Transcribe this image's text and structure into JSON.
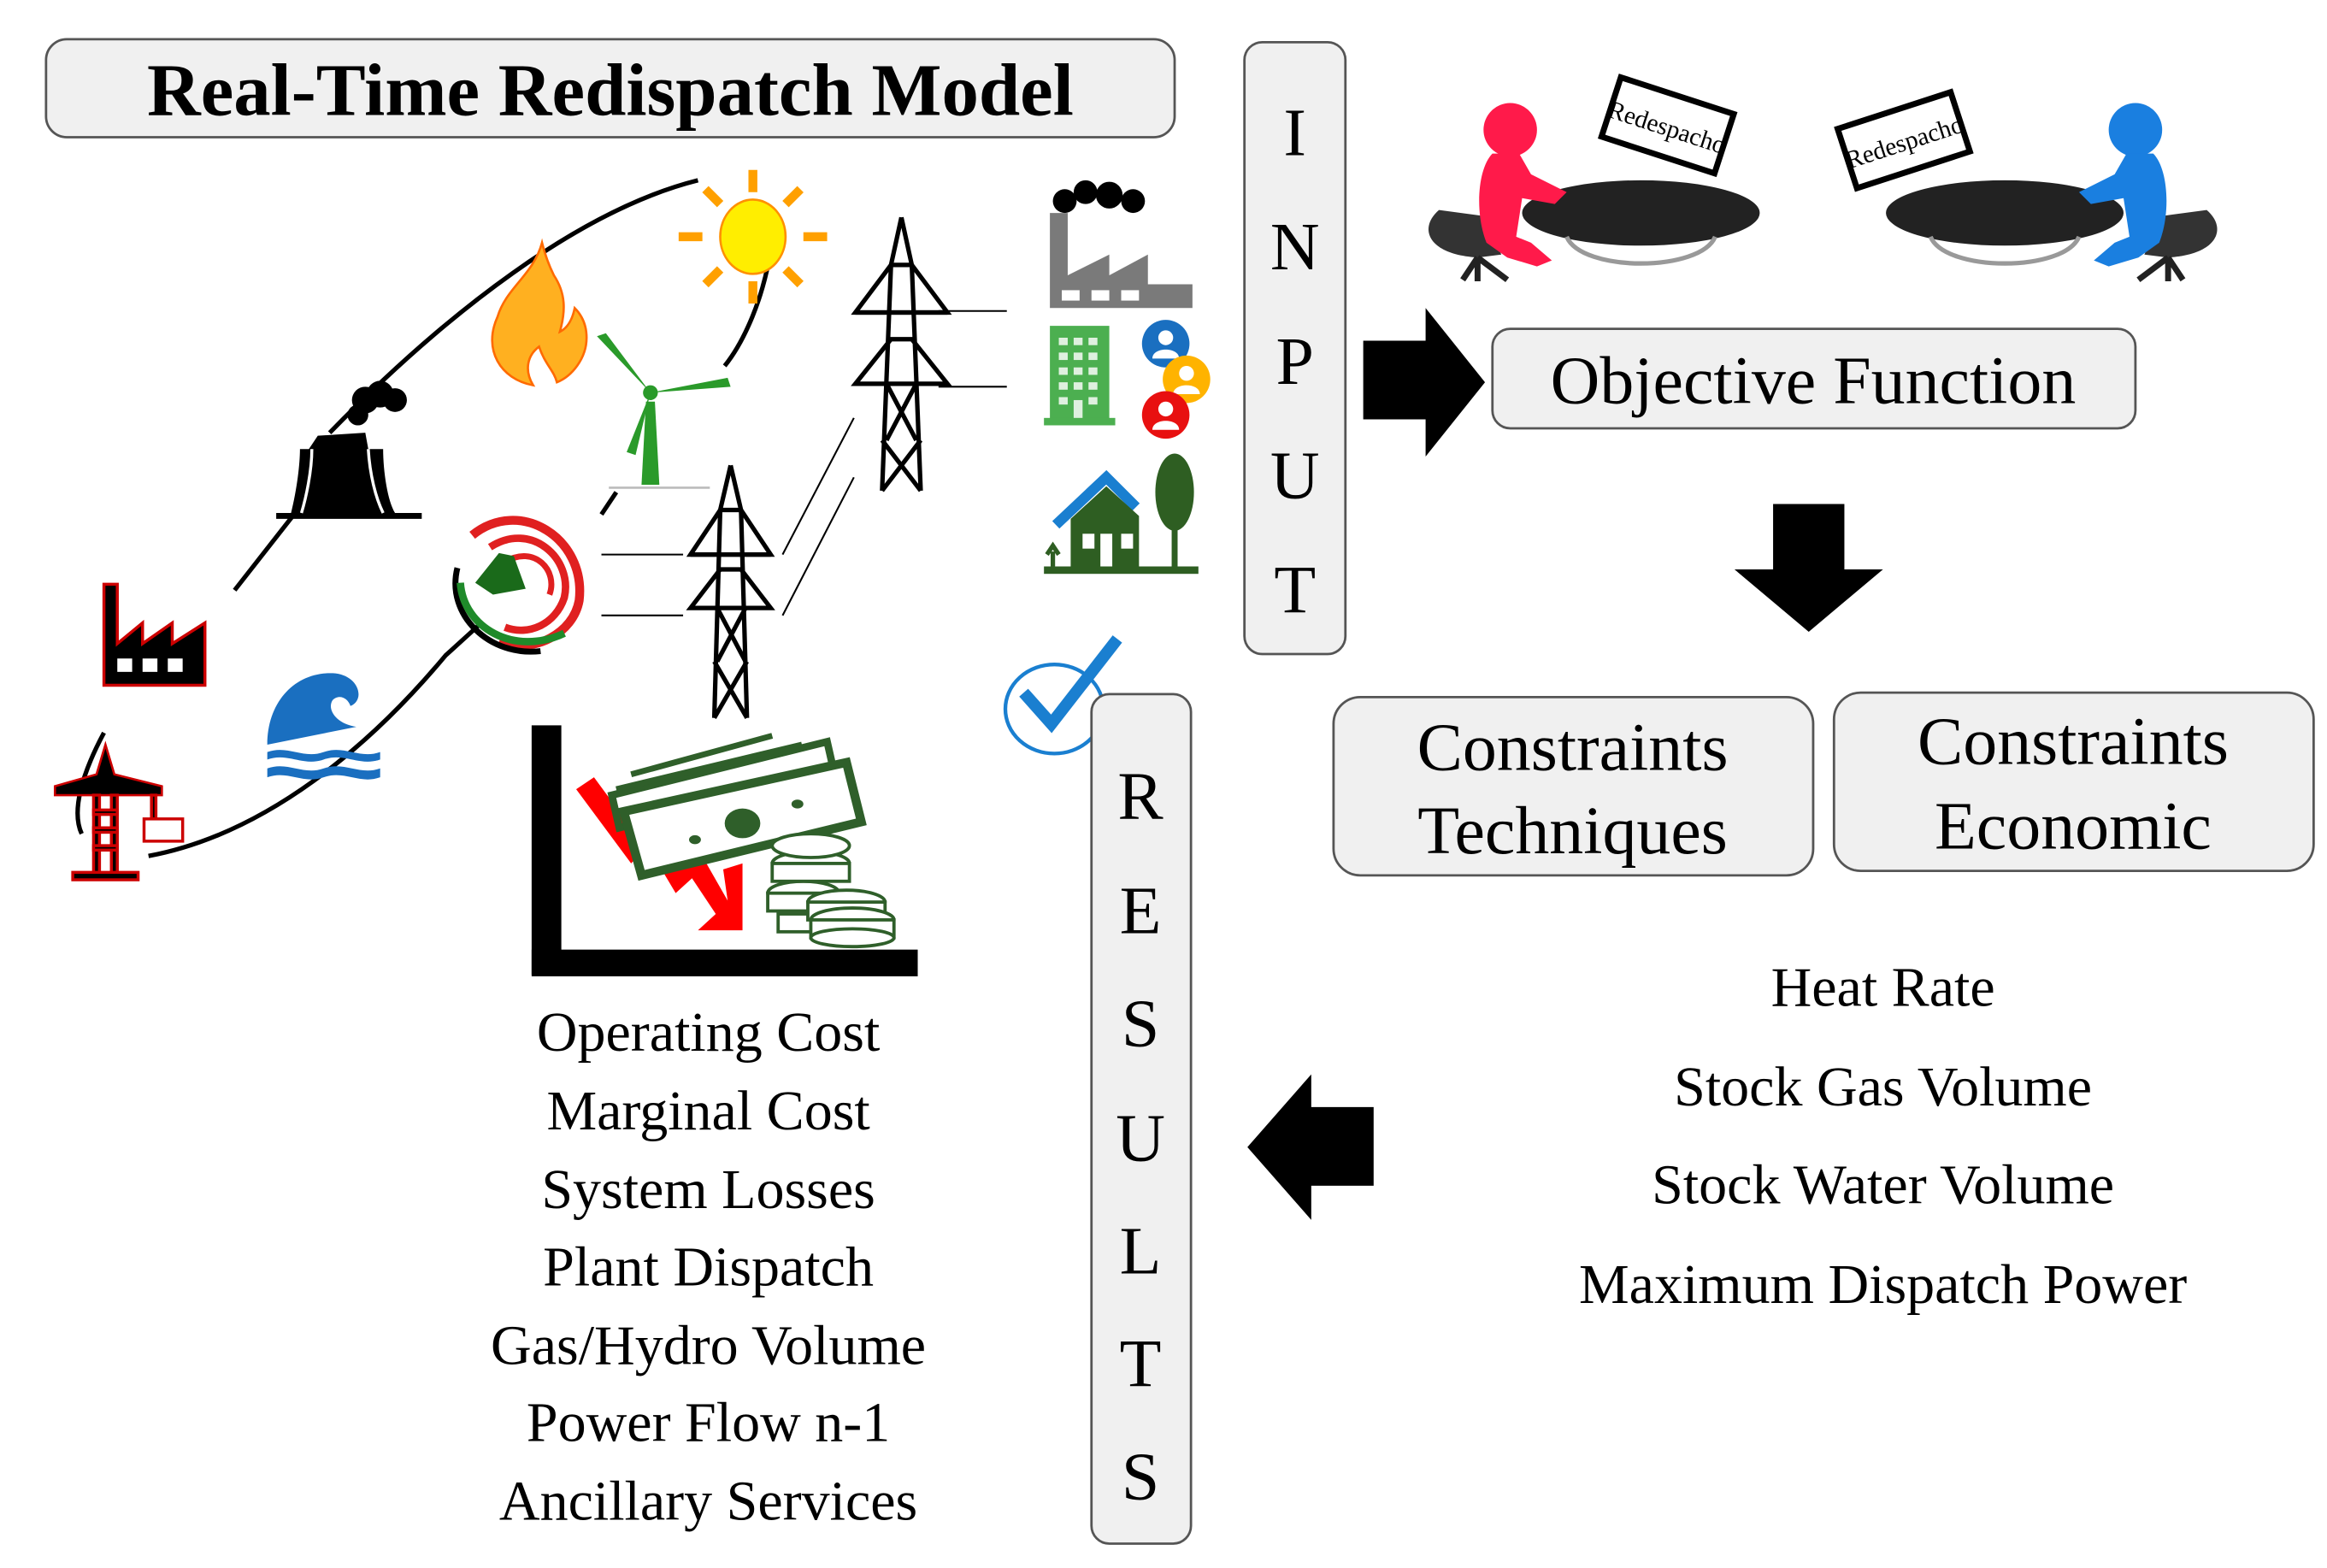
{
  "title": "Real-Time Redispatch Model",
  "input_label": [
    "I",
    "N",
    "P",
    "U",
    "T"
  ],
  "results_label": [
    "R",
    "E",
    "S",
    "U",
    "L",
    "T",
    "S"
  ],
  "operators": {
    "left_screen": "Redespacho",
    "right_screen": "Redespacho",
    "left_color": "#ff1a4a",
    "right_color": "#1a7fe0"
  },
  "objective_function": "Objective Function",
  "constraints": [
    {
      "line1": "Constraints",
      "line2": "Techniques"
    },
    {
      "line1": "Constraints",
      "line2": "Economic"
    }
  ],
  "constraint_items": [
    "Heat Rate",
    "Stock Gas Volume",
    "Stock Water Volume",
    "Maximum Dispatch Power"
  ],
  "result_items": [
    "Operating Cost",
    "Marginal Cost",
    "System Losses",
    "Plant Dispatch",
    "Gas/Hydro Volume",
    "Power Flow n-1",
    "Ancillary Services"
  ],
  "icons": {
    "generation": [
      "industrial-factory-icon",
      "transmission-substation-icon",
      "thermal-plant-icon",
      "gas-flame-icon",
      "solar-sun-icon",
      "wind-turbine-icon",
      "biomass-swirl-icon",
      "hydro-wave-icon"
    ],
    "loads": [
      "industrial-load-icon",
      "commercial-building-icon",
      "residential-house-icon"
    ],
    "results_graphic": [
      "cost-decrease-chart-icon",
      "money-bills-icon",
      "coins-icon",
      "checkmark-icon"
    ]
  },
  "colors": {
    "box_fill": "#f0f0f0",
    "box_stroke": "#555555",
    "arrow": "#000000",
    "sun": "#ffee00",
    "sun_rays": "#ffb300",
    "flame": "#ffb020",
    "wind": "#2a9a2a",
    "wave": "#1a6fc0",
    "factory_red": "#cc0000",
    "money_green": "#2f5f2a",
    "decline_red": "#ff0000",
    "check_blue": "#1a7fd0",
    "building_green": "#4caf50",
    "house_green": "#2e5e22",
    "roof_blue": "#1a7fd0",
    "factory_gray": "#7a7a7a"
  }
}
